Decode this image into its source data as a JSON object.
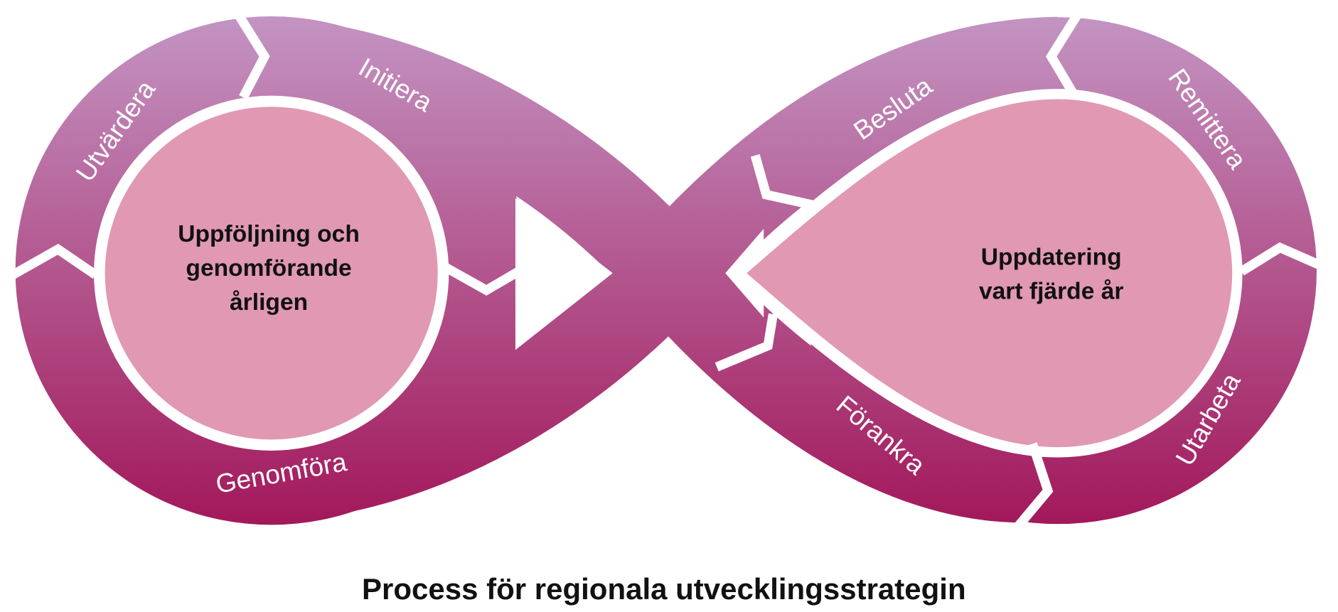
{
  "title": "Process för regionala utvecklingsstrategin",
  "left_loop": {
    "center_lines": [
      "Uppföljning och",
      "genomförande",
      "årligen"
    ],
    "steps": [
      "Initiera",
      "Genomföra",
      "Utvärdera"
    ]
  },
  "right_loop": {
    "center_lines": [
      "Uppdatering",
      "vart fjärde år"
    ],
    "steps": [
      "Besluta",
      "Remittera",
      "Utarbeta",
      "Förankra"
    ]
  },
  "colors": {
    "gradient_top": "#c394c2",
    "gradient_bottom": "#a2175a",
    "center_fill": "#e198b3"
  }
}
